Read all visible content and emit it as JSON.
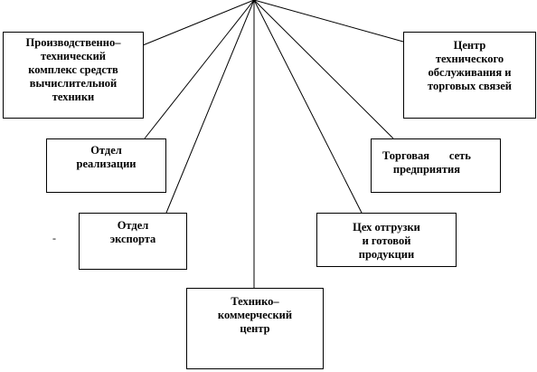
{
  "diagram": {
    "nodes": [
      {
        "id": "production",
        "label": "Производственно–\nтехнический\nкомплекс средств\nвычислительной\nтехники"
      },
      {
        "id": "service",
        "label": "Центр\nтехнического\nобслуживания и\nторговых связей"
      },
      {
        "id": "sales",
        "label": "Отдел\nреализации"
      },
      {
        "id": "trade",
        "label": "Торговая       сеть\nпредприятия"
      },
      {
        "id": "export",
        "label": "Отдел\nэкспорта"
      },
      {
        "id": "shipping",
        "label": "Цех отгрузки\nи готовой\nпродукции"
      },
      {
        "id": "tech_commercial",
        "label": "Технико–\nкоммерческий\nцентр"
      }
    ],
    "stray_mark": "-"
  }
}
